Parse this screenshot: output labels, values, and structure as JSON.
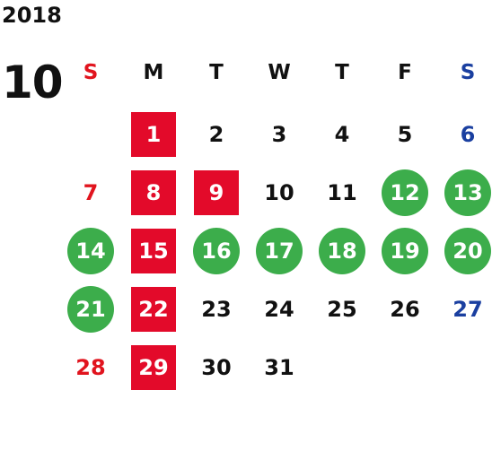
{
  "year": "2018",
  "month": "10",
  "weekdays": [
    "S",
    "M",
    "T",
    "W",
    "T",
    "F",
    "S"
  ],
  "colors": {
    "sunday": "#e1141e",
    "saturday": "#1a3fa0",
    "red_highlight": "#e30a2a",
    "green_highlight": "#3cad4b"
  },
  "days": [
    {
      "d": "1",
      "style": "red"
    },
    {
      "d": "2",
      "style": ""
    },
    {
      "d": "3",
      "style": ""
    },
    {
      "d": "4",
      "style": ""
    },
    {
      "d": "5",
      "style": ""
    },
    {
      "d": "6",
      "style": ""
    },
    {
      "d": "7",
      "style": ""
    },
    {
      "d": "8",
      "style": "red"
    },
    {
      "d": "9",
      "style": "red"
    },
    {
      "d": "10",
      "style": ""
    },
    {
      "d": "11",
      "style": ""
    },
    {
      "d": "12",
      "style": "green"
    },
    {
      "d": "13",
      "style": "green"
    },
    {
      "d": "14",
      "style": "green"
    },
    {
      "d": "15",
      "style": "red"
    },
    {
      "d": "16",
      "style": "green"
    },
    {
      "d": "17",
      "style": "green"
    },
    {
      "d": "18",
      "style": "green"
    },
    {
      "d": "19",
      "style": "green"
    },
    {
      "d": "20",
      "style": "green"
    },
    {
      "d": "21",
      "style": "green"
    },
    {
      "d": "22",
      "style": "red"
    },
    {
      "d": "23",
      "style": ""
    },
    {
      "d": "24",
      "style": ""
    },
    {
      "d": "25",
      "style": ""
    },
    {
      "d": "26",
      "style": ""
    },
    {
      "d": "27",
      "style": ""
    },
    {
      "d": "28",
      "style": ""
    },
    {
      "d": "29",
      "style": "red"
    },
    {
      "d": "30",
      "style": ""
    },
    {
      "d": "31",
      "style": ""
    }
  ]
}
